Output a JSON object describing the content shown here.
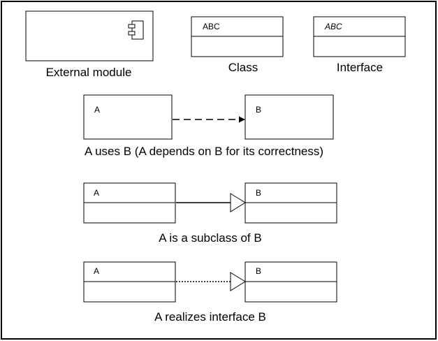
{
  "legend": {
    "external_module": {
      "caption": "External module"
    },
    "class": {
      "name": "ABC",
      "caption": "Class"
    },
    "interface": {
      "name": "ABC",
      "caption": "Interface"
    }
  },
  "relations": {
    "uses": {
      "source": "A",
      "target": "B",
      "caption": "A uses B  (A depends on B for its correctness)"
    },
    "subclass": {
      "source": "A",
      "target": "B",
      "caption": "A is a subclass of B"
    },
    "realizes": {
      "source": "A",
      "target": "B",
      "caption": "A realizes interface B"
    }
  }
}
